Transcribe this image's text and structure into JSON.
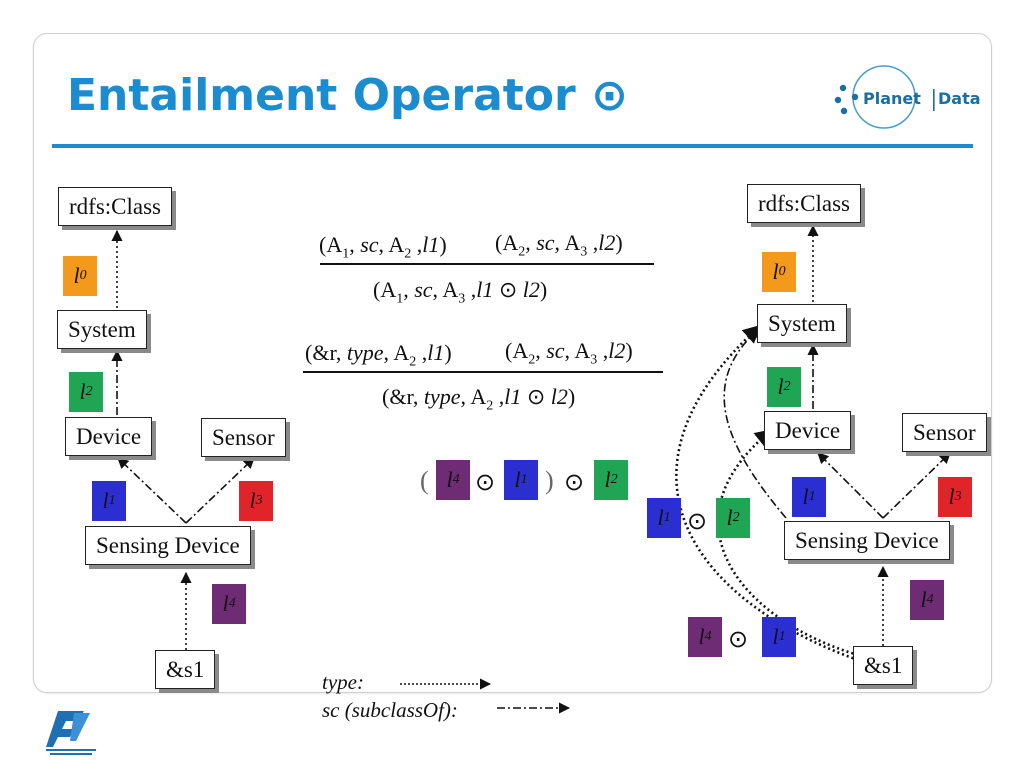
{
  "slide": {
    "title": "Entailment Operator",
    "title_symbol": "⊙",
    "logo": {
      "left_word": "Planet",
      "right_word": "Data"
    }
  },
  "colors": {
    "title": "#1a8ccf",
    "l0": "#f39a1d",
    "l1": "#2b2fd1",
    "l2": "#1fa554",
    "l3": "#e0242a",
    "l4": "#6e2c75"
  },
  "left_graph": {
    "nodes": {
      "rdfs_class": "rdfs:Class",
      "system": "System",
      "device": "Device",
      "sensor": "Sensor",
      "sensing_device": "Sensing Device",
      "s1": "&s1"
    },
    "labels": {
      "l0": "l",
      "l2": "l",
      "l1": "l",
      "l3": "l",
      "l4": "l"
    },
    "label_subs": {
      "l0": "0",
      "l2": "2",
      "l1": "1",
      "l3": "3",
      "l4": "4"
    }
  },
  "right_graph": {
    "nodes": {
      "rdfs_class": "rdfs:Class",
      "system": "System",
      "device": "Device",
      "sensor": "Sensor",
      "sensing_device": "Sensing Device",
      "s1": "&s1"
    },
    "labels": {
      "l0": "l",
      "l2": "l",
      "l1": "l",
      "l3": "l",
      "l4": "l"
    },
    "label_subs": {
      "l0": "0",
      "l2": "2",
      "l1": "1",
      "l3": "3",
      "l4": "4"
    },
    "derived": {
      "l1_odot_l2": {
        "a": "l",
        "a_sub": "1",
        "op": "⊙",
        "b": "l",
        "b_sub": "2"
      },
      "l4_odot_l1": {
        "a": "l",
        "a_sub": "4",
        "op": "⊙",
        "b": "l",
        "b_sub": "1"
      }
    }
  },
  "rules": {
    "rule1": {
      "prem1": "(A<sub>1</sub>, <i>sc</i>, A<sub>2</sub> ,<i>l1</i>)",
      "prem2": "(A<sub>2</sub>, <i>sc</i>, A<sub>3</sub> ,<i>l2</i>)",
      "concl": "(A<sub>1</sub>, <i>sc</i>, A<sub>3</sub> ,<i>l1</i> ⊙ <i>l2</i>)"
    },
    "rule2": {
      "prem1": "(&amp;r, <i>type</i>, A<sub>2</sub> ,<i>l1</i>)",
      "prem2": "(A<sub>2</sub>, <i>sc</i>, A<sub>3</sub> ,<i>l2</i>)",
      "concl": "(&amp;r, <i>type</i>, A<sub>2</sub> ,<i>l1</i> ⊙ <i>l2</i>)"
    }
  },
  "expression": {
    "open_paren": "(",
    "close_paren": ")",
    "op": "⊙",
    "a": "l",
    "a_sub": "4",
    "b": "l",
    "b_sub": "1",
    "c": "l",
    "c_sub": "2"
  },
  "legend": {
    "type_label": "type:",
    "sc_label": "sc (subclassOf):"
  }
}
